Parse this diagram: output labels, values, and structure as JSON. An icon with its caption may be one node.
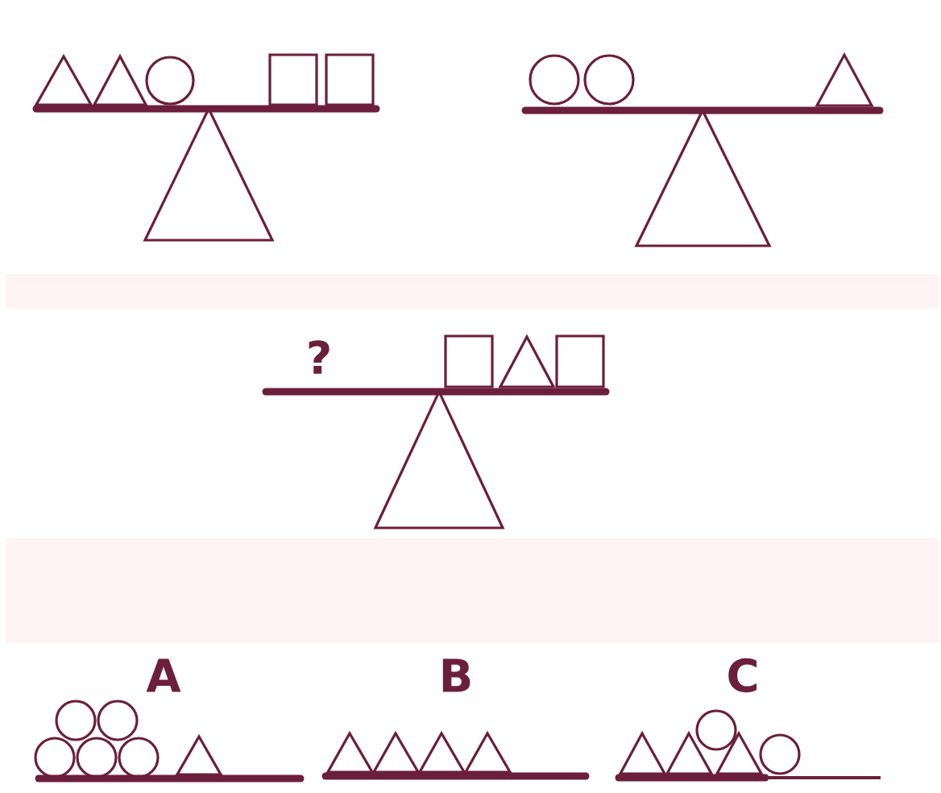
{
  "diagram": {
    "labels": [
      "?",
      "A",
      "B",
      "C"
    ]
  }
}
